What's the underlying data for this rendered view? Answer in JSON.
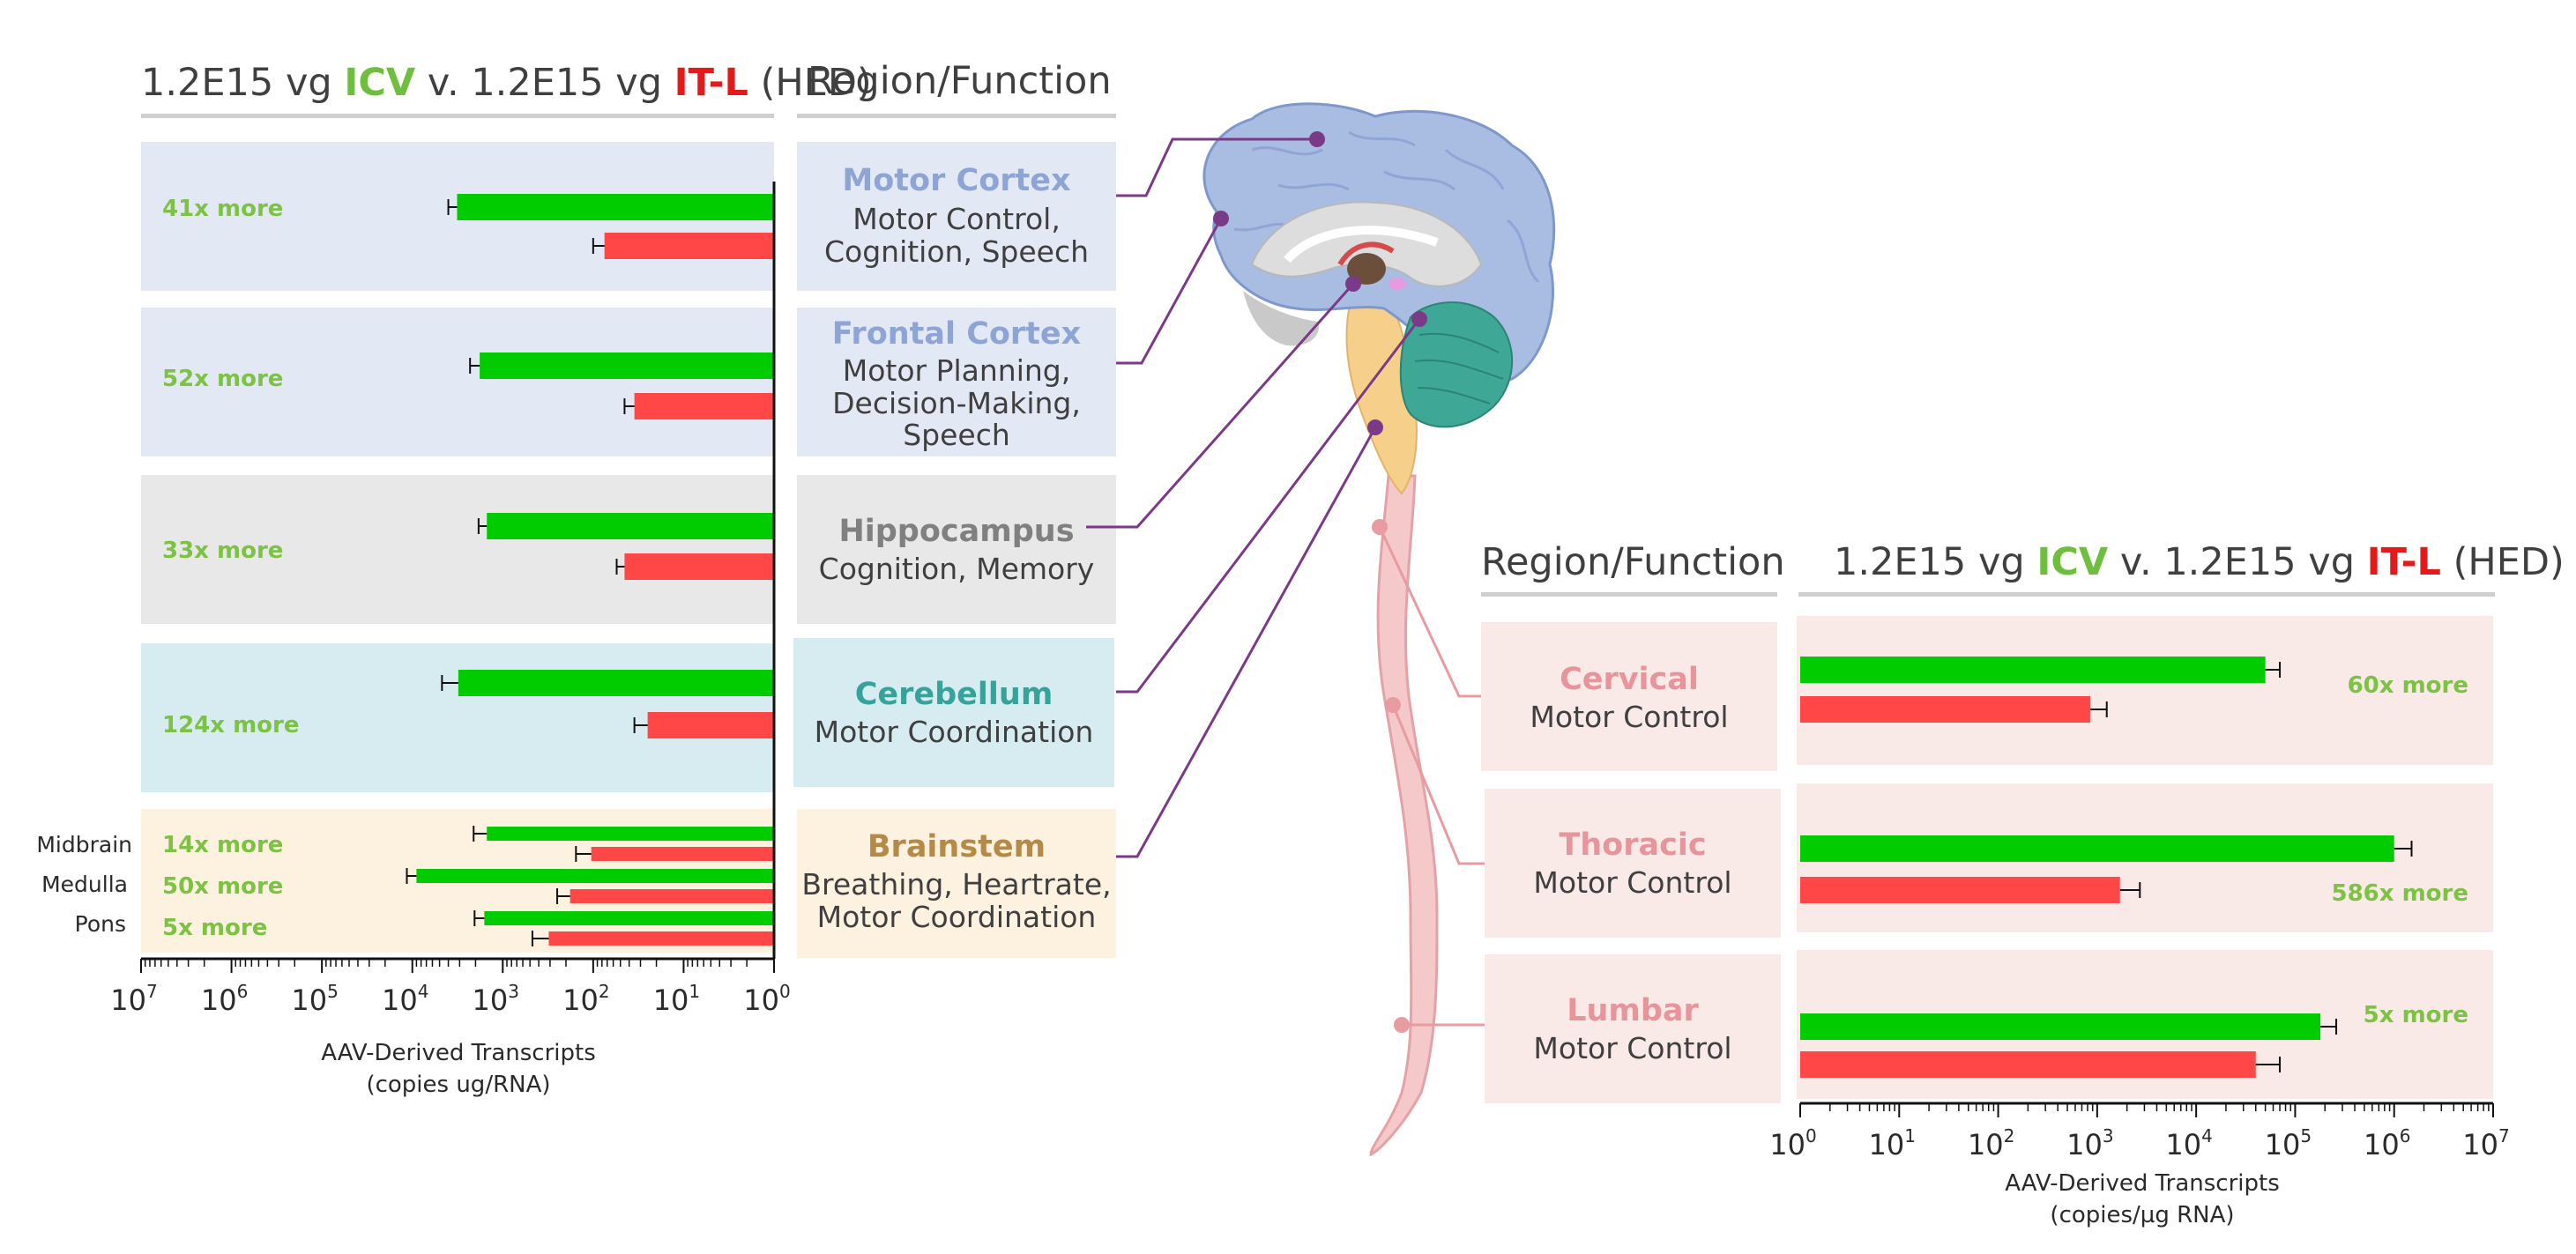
{
  "colors": {
    "icv": "#00cc00",
    "itl": "#ff4747",
    "cortex_bg": "#e3e9f4",
    "hippo_bg": "#e8e8e8",
    "cereb_bg": "#d6ecf1",
    "brainstem_bg": "#fdf2e0",
    "spinal_bg": "#f9e9e7",
    "motor_text": "#8da4d4",
    "hippo_text": "#808080",
    "cereb_text": "#36a39a",
    "brainstem_text": "#b58a47",
    "spinal_text": "#e8949b",
    "connector_brain": "#7b3a87",
    "connector_spine": "#e89ba0"
  },
  "brain_chart": {
    "title": {
      "part1": "1.2E15 vg ",
      "icv": "ICV",
      "part2": " v. 1.2E15 vg ",
      "itl": "IT-L",
      "part3": " (HED)"
    },
    "region_header": "Region/Function",
    "axis_title_line1": "AAV-Derived Transcripts",
    "axis_title_line2": "(copies ug/RNA)",
    "regions": [
      {
        "name": "Motor Cortex",
        "function_lines": [
          "Motor Control,",
          "Cognition, Speech"
        ],
        "fold": "41x more"
      },
      {
        "name": "Frontal Cortex",
        "function_lines": [
          "Motor Planning,",
          "Decision-Making,",
          "Speech"
        ],
        "fold": "52x more"
      },
      {
        "name": "Hippocampus",
        "function_lines": [
          "Cognition, Memory"
        ],
        "fold": "33x more"
      },
      {
        "name": "Cerebellum",
        "function_lines": [
          "Motor Coordination"
        ],
        "fold": "124x more"
      },
      {
        "name": "Brainstem",
        "function_lines": [
          "Breathing, Heartrate,",
          "Motor Coordination"
        ]
      }
    ],
    "brainstem_rows": [
      {
        "label": "Midbrain",
        "fold": "14x more"
      },
      {
        "label": "Medulla",
        "fold": "50x more"
      },
      {
        "label": "Pons",
        "fold": "5x more"
      }
    ]
  },
  "spinal_chart": {
    "title": {
      "part1": "1.2E15 vg ",
      "icv": "ICV",
      "part2": " v. 1.2E15 vg ",
      "itl": "IT-L",
      "part3": " (HED)"
    },
    "region_header": "Region/Function",
    "axis_title_line1": "AAV-Derived Transcripts",
    "axis_title_line2": "(copies/µg RNA)",
    "regions": [
      {
        "name": "Cervical",
        "function_lines": [
          "Motor Control"
        ],
        "fold": "60x more"
      },
      {
        "name": "Thoracic",
        "function_lines": [
          "Motor Control"
        ],
        "fold": "586x more"
      },
      {
        "name": "Lumbar",
        "function_lines": [
          "Motor Control"
        ],
        "fold": "5x more"
      }
    ]
  },
  "chart_data": [
    {
      "type": "bar",
      "orientation": "horizontal",
      "title": "1.2E15 vg ICV v. 1.2E15 vg IT-L (HED)",
      "xlabel": "AAV-Derived Transcripts (copies ug/RNA)",
      "xscale": "log",
      "xlim": [
        1,
        10000000
      ],
      "x_reversed": true,
      "tick_labels": [
        "10^7",
        "10^6",
        "10^5",
        "10^4",
        "10^3",
        "10^2",
        "10^1",
        "10^0"
      ],
      "categories": [
        "Motor Cortex",
        "Frontal Cortex",
        "Hippocampus",
        "Cerebellum",
        "Midbrain",
        "Medulla",
        "Pons"
      ],
      "series": [
        {
          "name": "ICV",
          "color": "#00cc00",
          "values": [
            3200,
            1800,
            1500,
            3100,
            1500,
            9000,
            1600
          ],
          "error": [
            800,
            500,
            350,
            1600,
            600,
            2500,
            450
          ]
        },
        {
          "name": "IT-L",
          "color": "#ff4747",
          "values": [
            75,
            35,
            45,
            25,
            105,
            180,
            310
          ],
          "error": [
            25,
            10,
            10,
            10,
            50,
            70,
            160
          ]
        }
      ],
      "annotations": [
        "41x more",
        "52x more",
        "33x more",
        "124x more",
        "14x more",
        "50x more",
        "5x more"
      ]
    },
    {
      "type": "bar",
      "orientation": "horizontal",
      "title": "1.2E15 vg ICV v. 1.2E15 vg IT-L (HED)",
      "xlabel": "AAV-Derived Transcripts (copies/µg RNA)",
      "xscale": "log",
      "xlim": [
        1,
        10000000
      ],
      "tick_labels": [
        "10^0",
        "10^1",
        "10^2",
        "10^3",
        "10^4",
        "10^5",
        "10^6",
        "10^7"
      ],
      "categories": [
        "Cervical",
        "Thoracic",
        "Lumbar"
      ],
      "series": [
        {
          "name": "ICV",
          "color": "#00cc00",
          "values": [
            50000,
            1000000,
            180000
          ],
          "error": [
            20000,
            500000,
            80000
          ]
        },
        {
          "name": "IT-L",
          "color": "#ff4747",
          "values": [
            850,
            1700,
            40000
          ],
          "error": [
            400,
            1000,
            30000
          ]
        }
      ],
      "annotations": [
        "60x more",
        "586x more",
        "5x more"
      ]
    }
  ]
}
